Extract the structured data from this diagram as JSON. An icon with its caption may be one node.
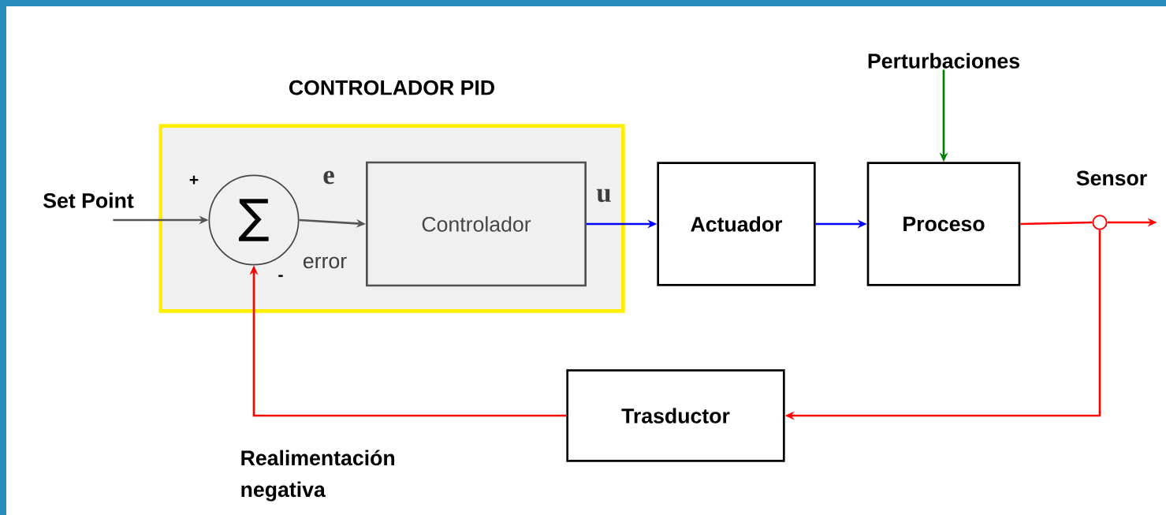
{
  "diagram": {
    "nodes": [
      {
        "text": [
          "CONTROLADOR PID"
        ]
      },
      {
        "text": [
          "Set Point"
        ]
      },
      {
        "text": [
          "∑"
        ],
        "in": 0,
        "beside": [
          "+",
          "-"
        ]
      },
      {
        "text": [
          "Controlador"
        ],
        "in": 0
      },
      {
        "text": [
          "Actuador"
        ]
      },
      {
        "text": [
          "Proceso"
        ]
      },
      {
        "text": [
          "Perturbaciones"
        ]
      },
      {
        "text": [],
        "shape": "circle",
        "beside": [
          "Sensor"
        ]
      },
      {
        "text": [
          "Trasductor"
        ]
      }
    ],
    "edges": [
      {
        "from": 1,
        "to": 2,
        "arrow": "to",
        "color": "#555555"
      },
      {
        "from": 2,
        "to": 3,
        "arrow": "to",
        "label": "e",
        "color": "#555555"
      },
      {
        "from": 3,
        "to": 4,
        "arrow": "to",
        "label": "u",
        "color": "#0000ff"
      },
      {
        "from": 4,
        "to": 5,
        "arrow": "to",
        "color": "#0000ff"
      },
      {
        "from": 6,
        "to": 5,
        "arrow": "to",
        "color": "#008000"
      },
      {
        "from": 5,
        "to": 7,
        "arrow": "none",
        "color": "#ff0000"
      },
      {
        "from": 7,
        "to": null,
        "arrow": "to",
        "color": "#ff0000"
      },
      {
        "from": 7,
        "to": 8,
        "arrow": "to",
        "color": "#ff0000"
      },
      {
        "from": 8,
        "to": 2,
        "arrow": "to",
        "color": "#ff0000"
      }
    ],
    "labels": [
      "error",
      "Realimentación negativa"
    ]
  }
}
